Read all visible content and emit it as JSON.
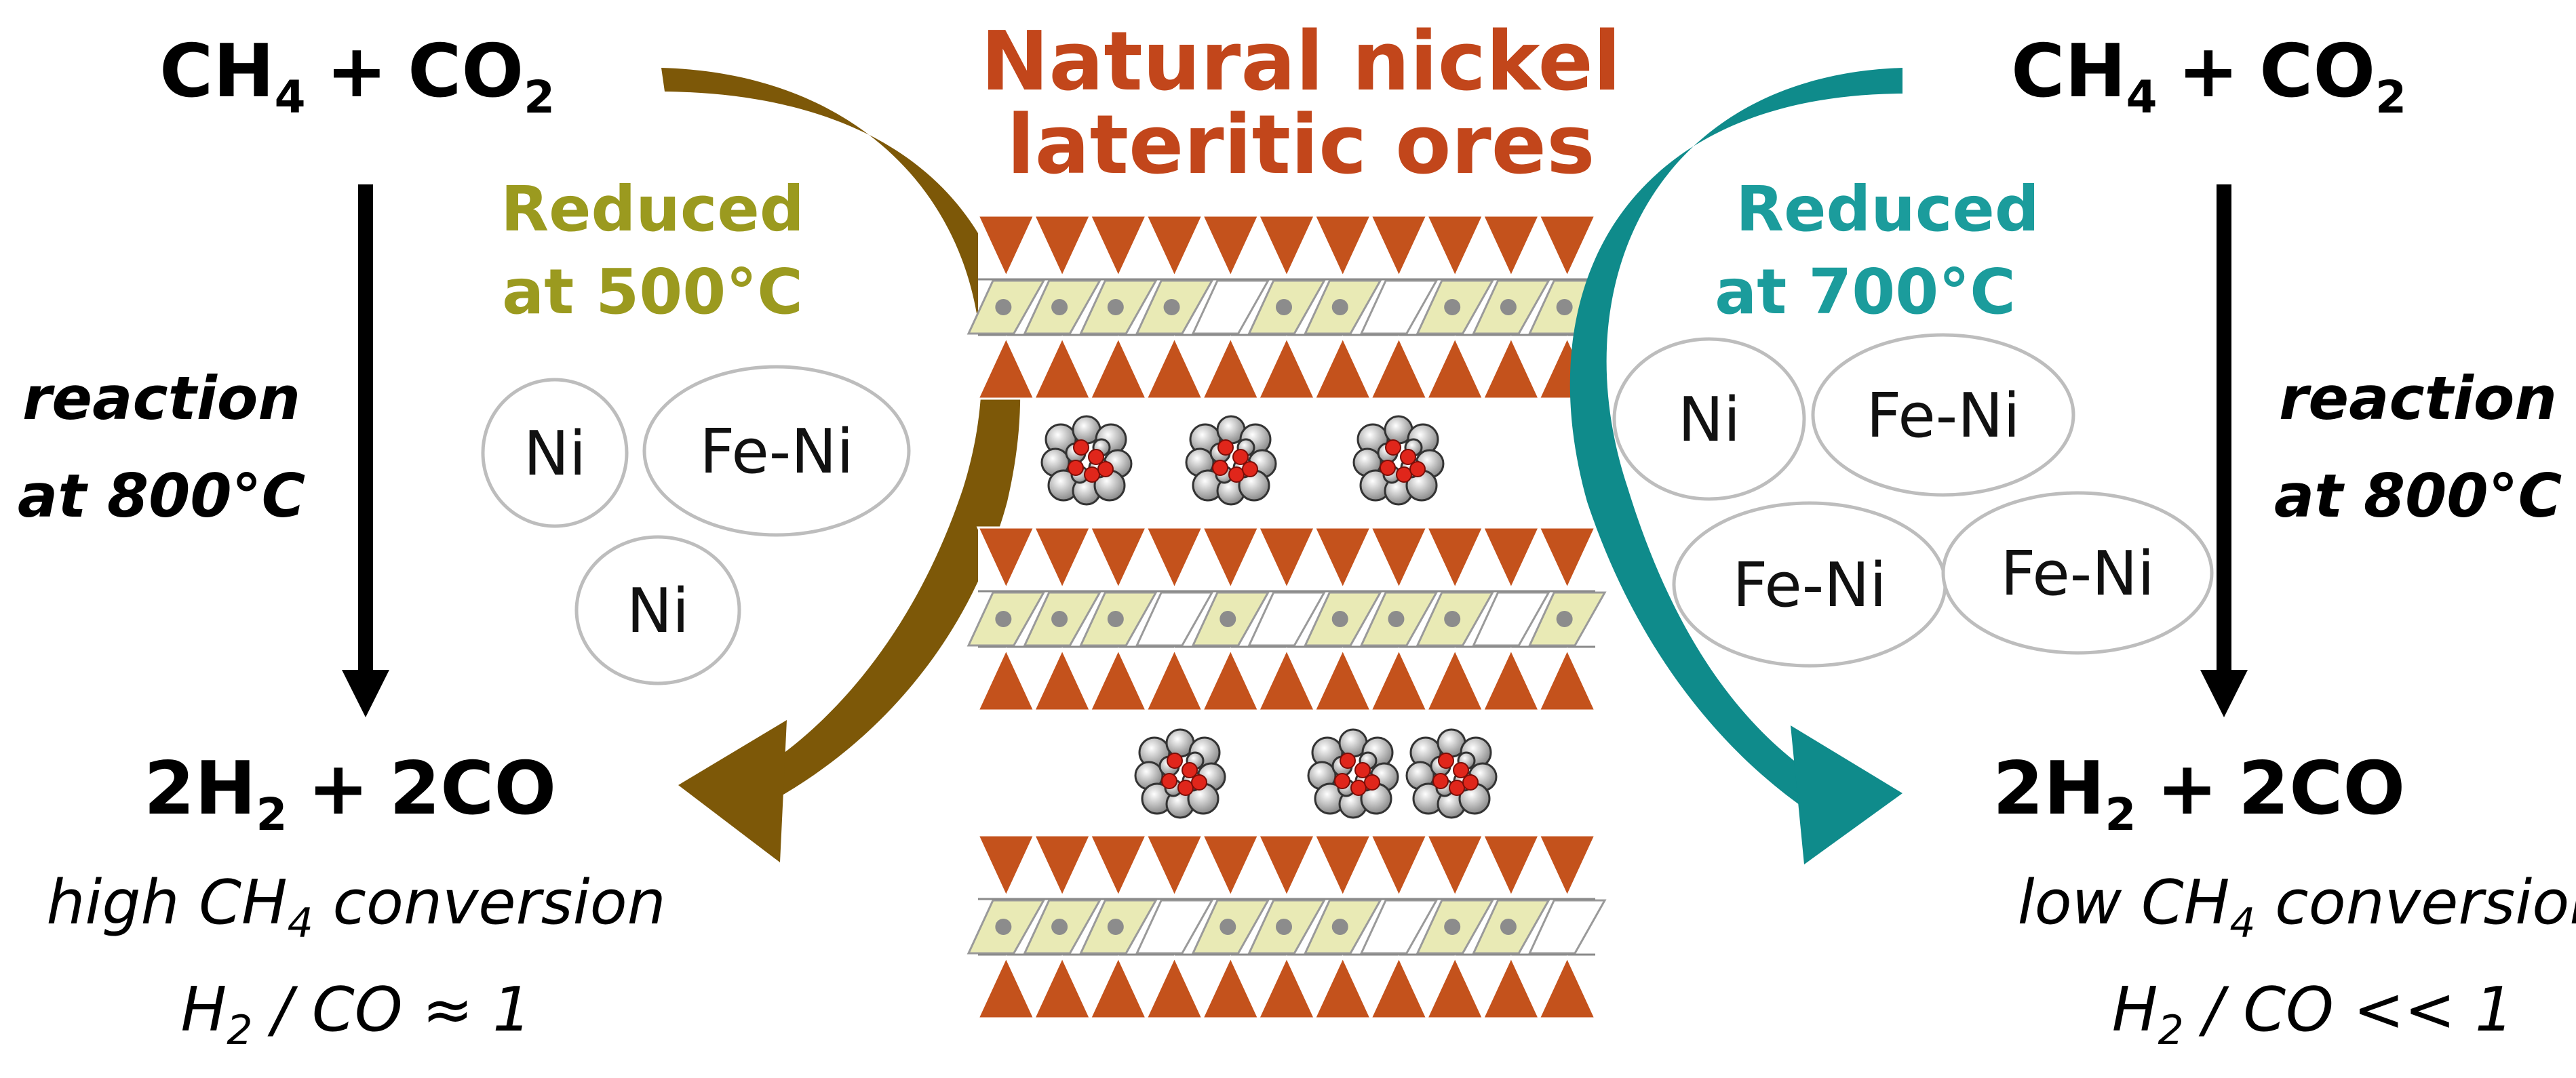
{
  "title": [
    "Natural nickel",
    "lateritic ores"
  ],
  "colors": {
    "title": "#c2461b",
    "left_accent": "#9b9a1f",
    "left_arrow": "#7d5808",
    "right_accent": "#1b9c9c",
    "right_arrow": "#0f8b8b",
    "tetrahedron": "#c4521c",
    "octahedron": "#e9eab5",
    "black": "#000000"
  },
  "icons": [
    "curved-arrow",
    "down-arrow",
    "mineral-layer",
    "cluster"
  ],
  "left": {
    "reactant": {
      "a": "CH",
      "a_sub": "4",
      "plus": "+",
      "b": "CO",
      "b_sub": "2"
    },
    "condition": [
      "reaction",
      "at 800°C"
    ],
    "product": {
      "a": "2H",
      "a_sub": "2",
      "plus": "+",
      "b": "2CO"
    },
    "result": {
      "l1_pre": "high CH",
      "l1_sub": "4",
      "l1_post": " conversion",
      "l2_a": "H",
      "l2_sub": "2",
      "l2_post": " / CO ≈ 1"
    },
    "reduction": [
      "Reduced",
      "at 500°C"
    ],
    "particles": [
      "Ni",
      "Fe-Ni",
      "Ni"
    ]
  },
  "right": {
    "reactant": {
      "a": "CH",
      "a_sub": "4",
      "plus": "+",
      "b": "CO",
      "b_sub": "2"
    },
    "condition": [
      "reaction",
      "at 800°C"
    ],
    "product": {
      "a": "2H",
      "a_sub": "2",
      "plus": "+",
      "b": "2CO"
    },
    "result": {
      "l1_pre": "low CH",
      "l1_sub": "4",
      "l1_post": " conversion",
      "l2_a": "H",
      "l2_sub": "2",
      "l2_post": " / CO << 1"
    },
    "reduction": [
      "Reduced",
      "at 700°C"
    ],
    "particles": [
      "Ni",
      "Fe-Ni",
      "Fe-Ni",
      "Fe-Ni"
    ]
  }
}
